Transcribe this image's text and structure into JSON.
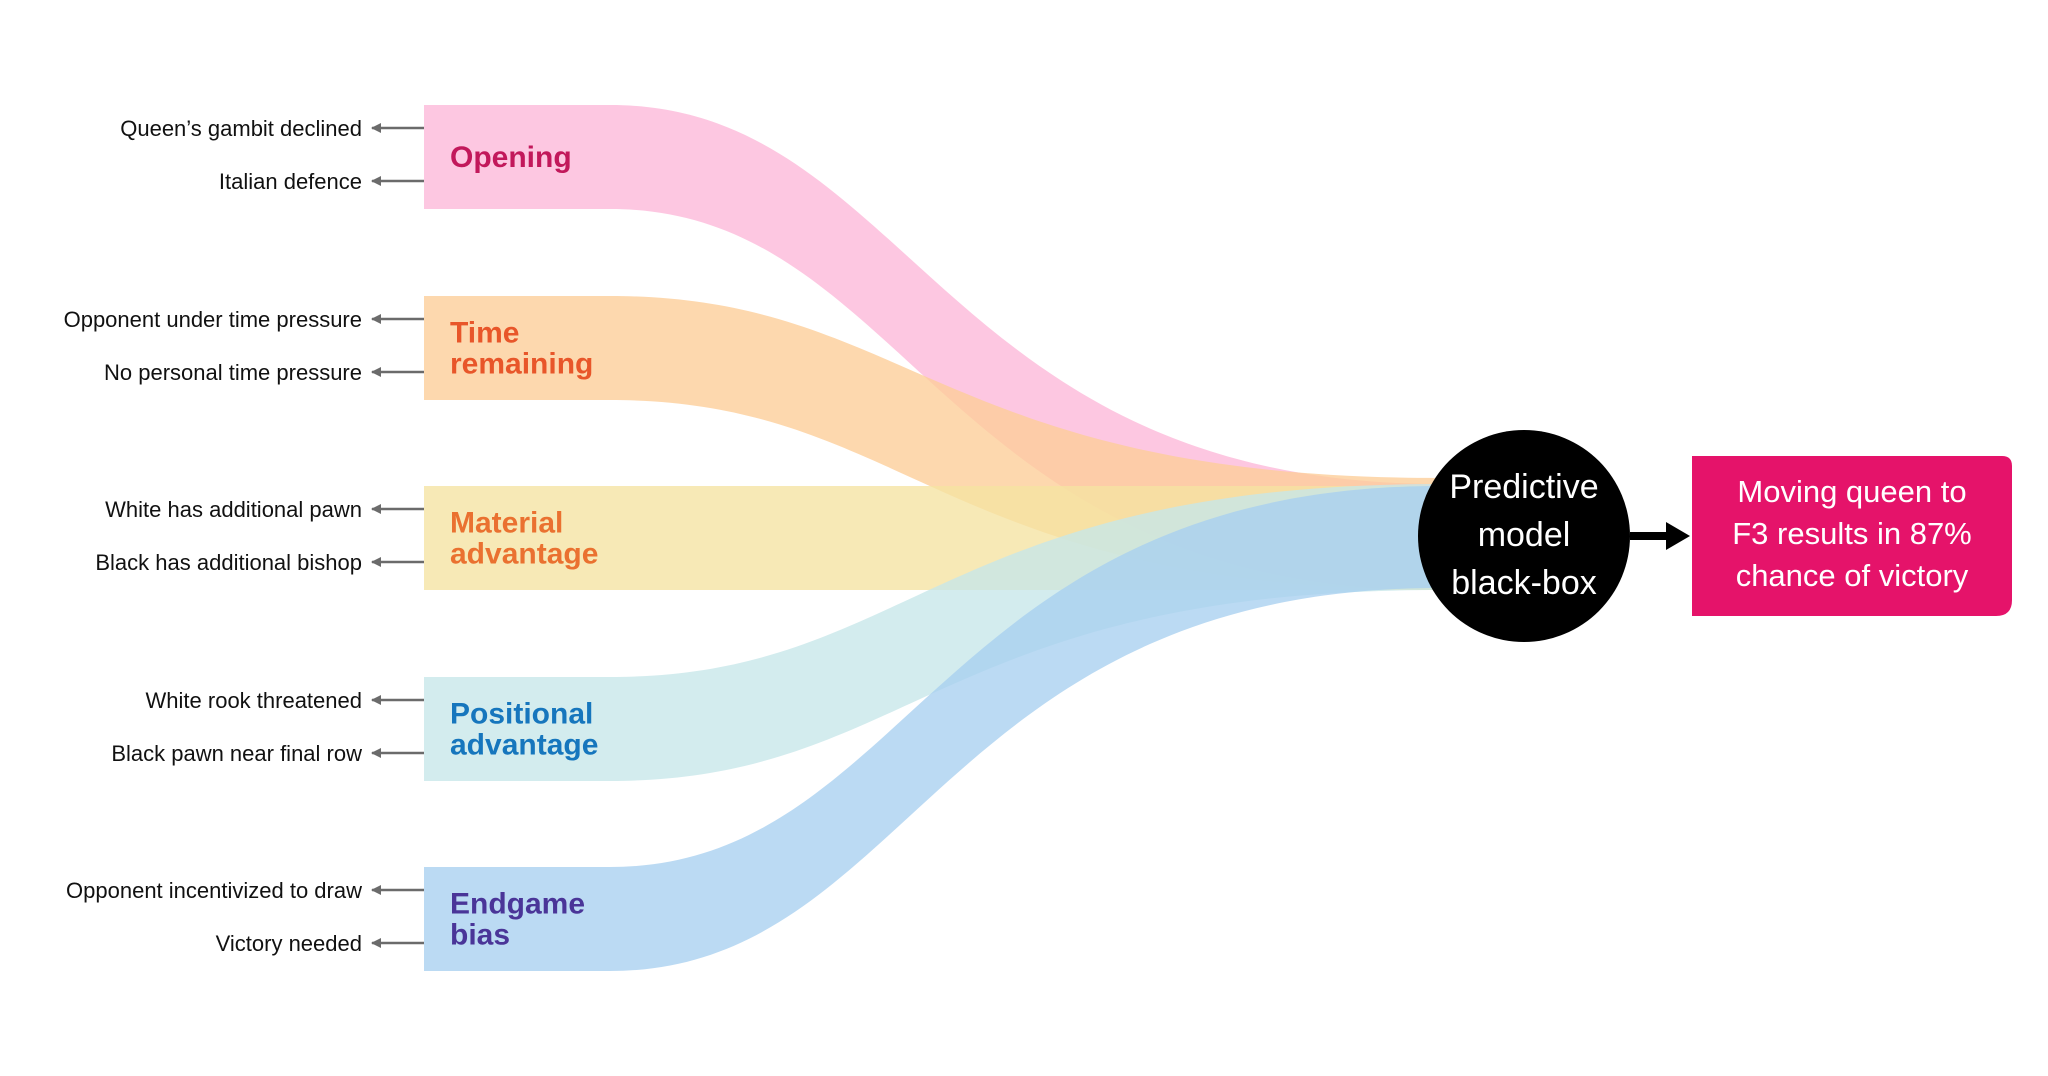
{
  "model": {
    "lines": [
      "Predictive",
      "model",
      "black-box"
    ],
    "fill": "#000000"
  },
  "result": {
    "lines": [
      "Moving queen to",
      "F3 results in 87%",
      "chance of victory"
    ],
    "fill": "#e5136a"
  },
  "factors": [
    {
      "lines": [
        "Opening"
      ],
      "band_color": "#fdb7d9",
      "text_color": "#c2185b",
      "features": [
        "Queen’s gambit declined",
        "Italian defence"
      ]
    },
    {
      "lines": [
        "Time",
        "remaining"
      ],
      "band_color": "#fdcd97",
      "text_color": "#e8562a",
      "features": [
        "Opponent under time pressure",
        "No personal time pressure"
      ]
    },
    {
      "lines": [
        "Material",
        "advantage"
      ],
      "band_color": "#f5e3a2",
      "text_color": "#ea7130",
      "features": [
        "White has additional pawn",
        "Black has additional bishop"
      ]
    },
    {
      "lines": [
        "Positional",
        "advantage"
      ],
      "band_color": "#c7e7e9",
      "text_color": "#1676bd",
      "features": [
        "White rook threatened",
        "Black pawn near final row"
      ]
    },
    {
      "lines": [
        "Endgame",
        "bias"
      ],
      "band_color": "#a8d0f0",
      "text_color": "#4a3598",
      "features": [
        "Opponent incentivized to draw",
        "Victory needed"
      ]
    }
  ]
}
